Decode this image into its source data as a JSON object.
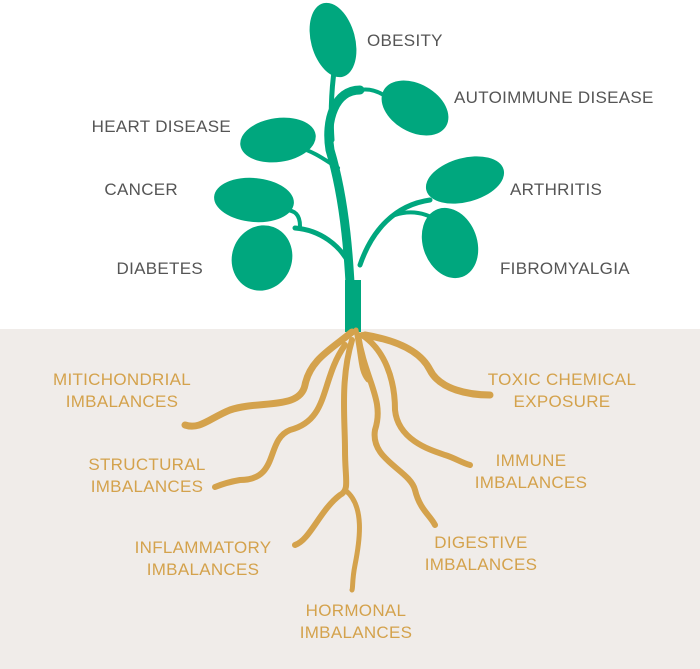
{
  "colors": {
    "leaf": "#00a77e",
    "root": "#d4a24c",
    "ground": "#f0ece9",
    "text": "#555555"
  },
  "diseases": {
    "obesity": "OBESITY",
    "autoimmune": "AUTOIMMUNE DISEASE",
    "heart": "HEART DISEASE",
    "cancer": "CANCER",
    "diabetes": "DIABETES",
    "arthritis": "ARTHRITIS",
    "fibromyalgia": "FIBROMYALGIA"
  },
  "causes": {
    "mitochondrial": [
      "MITICHONDRIAL",
      "IMBALANCES"
    ],
    "structural": [
      "STRUCTURAL",
      "IMBALANCES"
    ],
    "inflammatory": [
      "INFLAMMATORY",
      "IMBALANCES"
    ],
    "hormonal": [
      "HORMONAL",
      "IMBALANCES"
    ],
    "digestive": [
      "DIGESTIVE",
      "IMBALANCES"
    ],
    "immune": [
      "IMMUNE",
      "IMBALANCES"
    ],
    "toxic": [
      "TOXIC CHEMICAL",
      "EXPOSURE"
    ]
  }
}
